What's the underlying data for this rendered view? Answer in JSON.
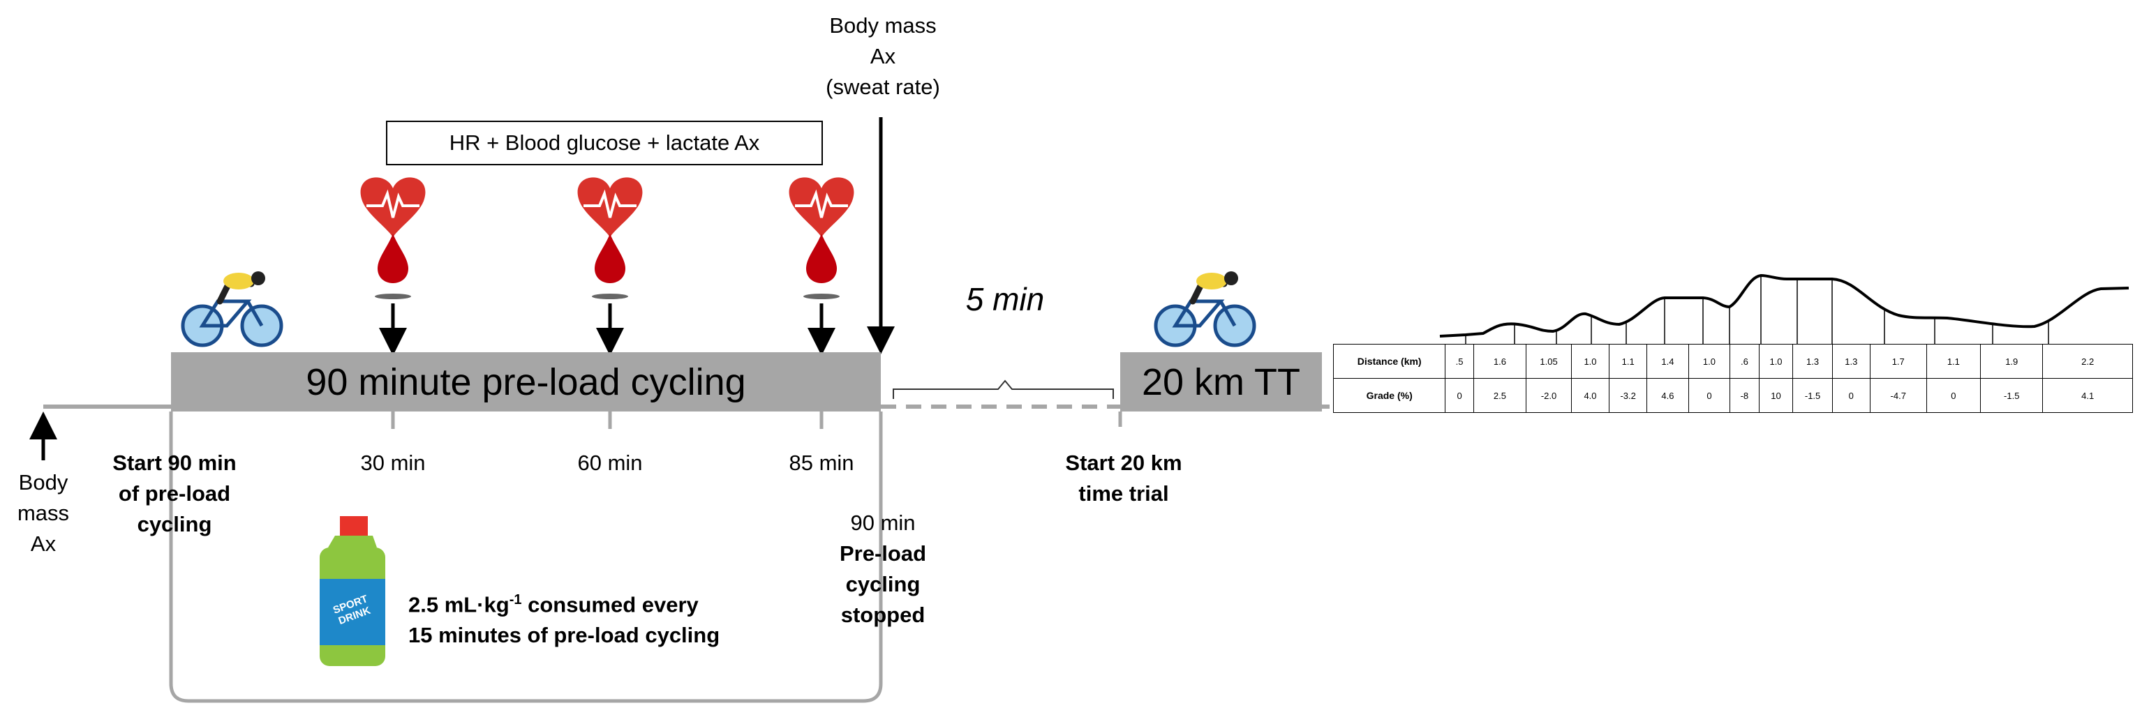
{
  "top_body_mass": {
    "line1": "Body mass",
    "line2": "Ax",
    "line3": "(sweat rate)"
  },
  "assessment_box": "HR + Blood glucose + lactate Ax",
  "rest_label": "5 min",
  "preload_bar_label": "90 minute pre-load cycling",
  "tt_bar_label": "20 km TT",
  "left_body_mass": {
    "line1": "Body",
    "line2": "mass",
    "line3": "Ax"
  },
  "start_preload": {
    "line1": "Start 90 min",
    "line2": "of pre-load",
    "line3": "cycling"
  },
  "timepoints": [
    "30 min",
    "60 min",
    "85 min"
  ],
  "preload_end": {
    "line1": "90 min",
    "line2": "Pre-load",
    "line3": "cycling",
    "line4": "stopped"
  },
  "start_tt": {
    "line1": "Start 20 km",
    "line2": "time trial"
  },
  "drink": {
    "bottle_text": "SPORT DRINK",
    "line1_pre": "2.5 mL·kg",
    "line1_sup": "-1",
    "line1_post": " consumed every",
    "line2": "15 minutes of pre-load cycling"
  },
  "course_profile": {
    "row1_header": "Distance (km)",
    "row2_header": "Grade (%)",
    "distance_km": [
      ".5",
      "1.6",
      "1.05",
      "1.0",
      "1.1",
      "1.4",
      "1.0",
      ".6",
      "1.0",
      "1.3",
      "1.3",
      "1.7",
      "1.1",
      "1.9",
      "2.2"
    ],
    "grade_pct": [
      "0",
      "2.5",
      "-2.0",
      "4.0",
      "-3.2",
      "4.6",
      "0",
      "-8",
      "10",
      "-1.5",
      "0",
      "-4.7",
      "0",
      "-1.5",
      "4.1"
    ]
  },
  "colors": {
    "bar": "#a6a6a6",
    "timeline": "#a6a6a6",
    "heart": "#d9322b",
    "blood_drop": "#c0000b",
    "bottle_body": "#8dc63f",
    "bottle_cap": "#e8332a",
    "bottle_label": "#1e88c9"
  },
  "icons": [
    "cyclist-icon",
    "heart-rate-icon",
    "blood-drop-icon",
    "sport-drink-bottle-icon",
    "down-arrow-icon",
    "up-arrow-icon"
  ]
}
